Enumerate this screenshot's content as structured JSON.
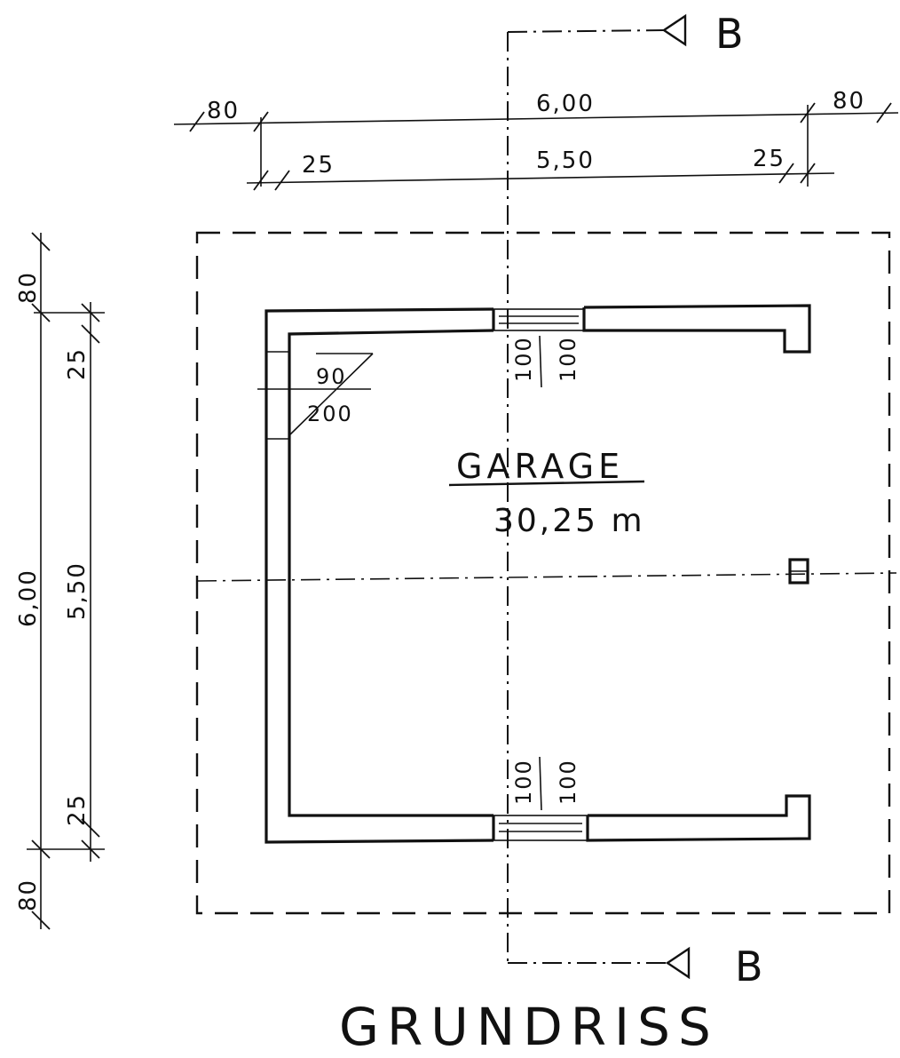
{
  "section_marker": {
    "label": "B"
  },
  "title": "GRUNDRISS",
  "room": {
    "name": "GARAGE",
    "area": "30,25 m"
  },
  "door": {
    "width": "90",
    "height": "200"
  },
  "windows": {
    "width": "100",
    "height": "100"
  },
  "dimensions_horizontal": {
    "overhang_left": "80",
    "total": "6,00",
    "overhang_right": "80",
    "wall_left": "25",
    "inner": "5,50",
    "wall_right": "25"
  },
  "dimensions_vertical": {
    "overhang_top": "80",
    "wall_top": "25",
    "total": "6,00",
    "inner": "5,50",
    "wall_bottom": "25",
    "overhang_bottom": "80"
  }
}
